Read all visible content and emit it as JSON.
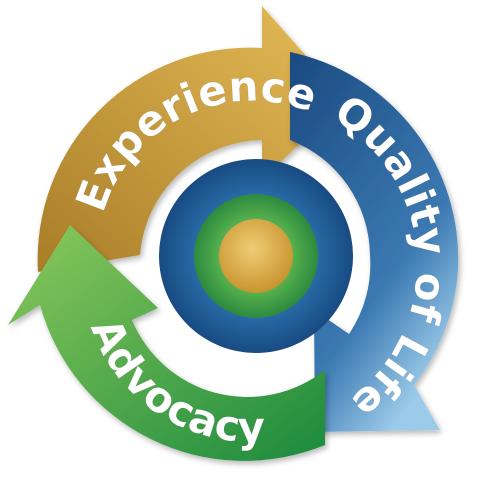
{
  "cycle": {
    "segments": [
      {
        "label": "Experience",
        "color_start": "#b8892e",
        "color_end": "#e0b64f"
      },
      {
        "label": "Quality of Life",
        "color_start": "#1e4f86",
        "color_end": "#8fc3e6"
      },
      {
        "label": "Advocacy",
        "color_start": "#1f8d3e",
        "color_end": "#7cc458"
      }
    ],
    "center": {
      "outer_ring_color": "#1d5b95",
      "middle_ring_color": "#3e9e49",
      "core_color": "#d9aa4c"
    }
  }
}
